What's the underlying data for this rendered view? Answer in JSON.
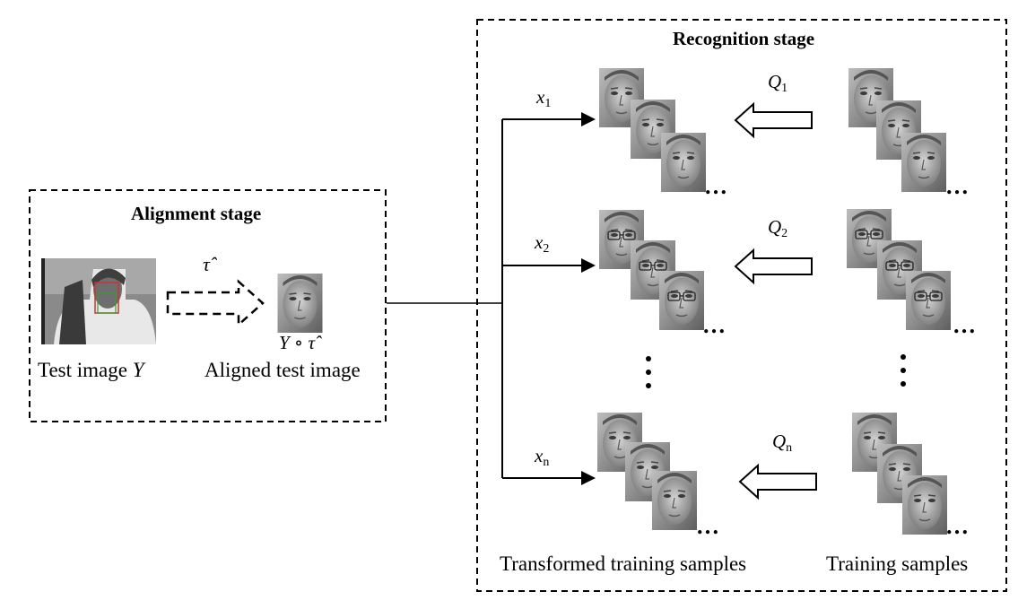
{
  "alignment": {
    "title": "Alignment stage",
    "test_caption_prefix": "Test image ",
    "test_caption_var": "Y",
    "tau_label": "τ̂",
    "composite_label": "Y ∘ τ̂",
    "aligned_caption": "Aligned test image"
  },
  "recognition": {
    "title": "Recognition stage",
    "rows": [
      {
        "x_base": "x",
        "x_sub": "1",
        "q_base": "Q",
        "q_sub": "1",
        "ellipsis": "…"
      },
      {
        "x_base": "x",
        "x_sub": "2",
        "q_base": "Q",
        "q_sub": "2",
        "ellipsis": "…"
      },
      {
        "x_base": "x",
        "x_sub": "n",
        "q_base": "Q",
        "q_sub": "n",
        "ellipsis": "…"
      }
    ],
    "transformed_caption": "Transformed training samples",
    "training_caption": "Training samples"
  },
  "icons": {
    "test_photo": "person-photo-icon",
    "face": "face-thumbnail-icon",
    "dashed_arrow": "dashed-arrow-icon",
    "hollow_arrow": "hollow-arrow-icon"
  },
  "colors": {
    "line": "#000000",
    "face_dark": "#4a4a4a",
    "face_light": "#c8c8c8",
    "bbox_red": "#d23030",
    "bbox_green": "#30a030"
  }
}
